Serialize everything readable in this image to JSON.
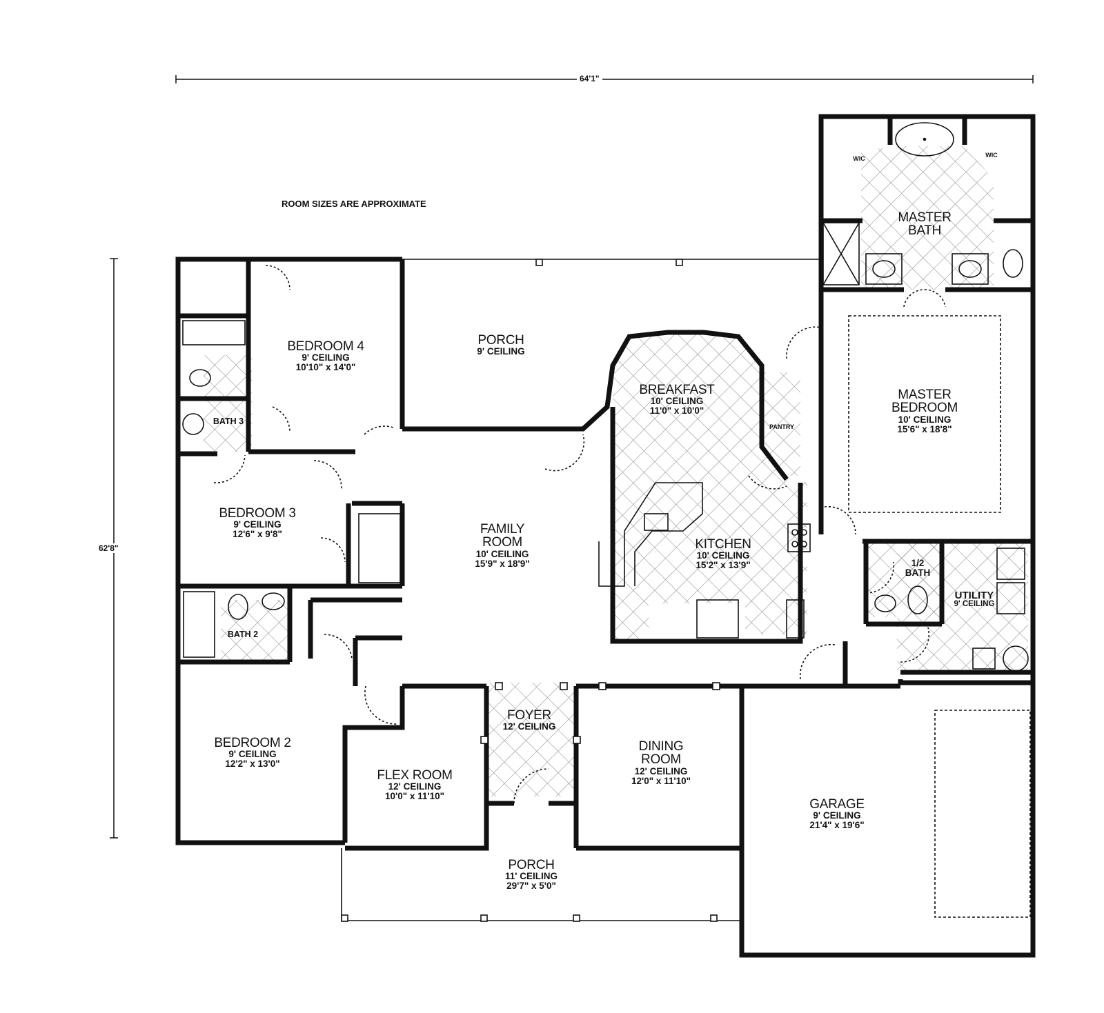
{
  "plan": {
    "note": "ROOM SIZES ARE APPROXIMATE",
    "overall_width": "64'1\"",
    "overall_depth": "62'8\"",
    "colors": {
      "wall": "#111111",
      "tile_grid": "#9a9a9a",
      "background": "#ffffff"
    }
  },
  "rooms": {
    "porch_rear": {
      "name": "PORCH",
      "ceiling": "9' CEILING"
    },
    "bedroom4": {
      "name": "BEDROOM 4",
      "ceiling": "9' CEILING",
      "size": "10'10\" x 14'0\""
    },
    "bath3": {
      "name": "BATH 3"
    },
    "bedroom3": {
      "name": "BEDROOM 3",
      "ceiling": "9' CEILING",
      "size": "12'6\" x 9'8\""
    },
    "bath2": {
      "name": "BATH 2"
    },
    "bedroom2": {
      "name": "BEDROOM 2",
      "ceiling": "9' CEILING",
      "size": "12'2\" x 13'0\""
    },
    "family": {
      "name1": "FAMILY",
      "name2": "ROOM",
      "ceiling": "10' CEILING",
      "size": "15'9\" x 18'9\""
    },
    "breakfast": {
      "name": "BREAKFAST",
      "ceiling": "10' CEILING",
      "size": "11'0\" x 10'0\""
    },
    "pantry": {
      "name": "PANTRY"
    },
    "kitchen": {
      "name": "KITCHEN",
      "ceiling": "10' CEILING",
      "size": "15'2\" x 13'9\""
    },
    "master_bedroom": {
      "name1": "MASTER",
      "name2": "BEDROOM",
      "ceiling": "10' CEILING",
      "size": "15'6\" x 18'8\""
    },
    "master_bath": {
      "name1": "MASTER",
      "name2": "BATH"
    },
    "wic_left": {
      "name": "WIC"
    },
    "wic_right": {
      "name": "WIC"
    },
    "half_bath": {
      "name1": "1/2",
      "name2": "BATH"
    },
    "utility": {
      "name": "UTILITY",
      "ceiling": "9' CEILING"
    },
    "flex": {
      "name": "FLEX ROOM",
      "ceiling": "12' CEILING",
      "size": "10'0\" x 11'10\""
    },
    "foyer": {
      "name": "FOYER",
      "ceiling": "12' CEILING"
    },
    "dining": {
      "name1": "DINING",
      "name2": "ROOM",
      "ceiling": "12' CEILING",
      "size": "12'0\" x 11'10\""
    },
    "porch_front": {
      "name": "PORCH",
      "ceiling": "11' CEILING",
      "size": "29'7\" x 5'0\""
    },
    "garage": {
      "name": "GARAGE",
      "ceiling": "9' CEILING",
      "size": "21'4\" x 19'6\""
    }
  }
}
